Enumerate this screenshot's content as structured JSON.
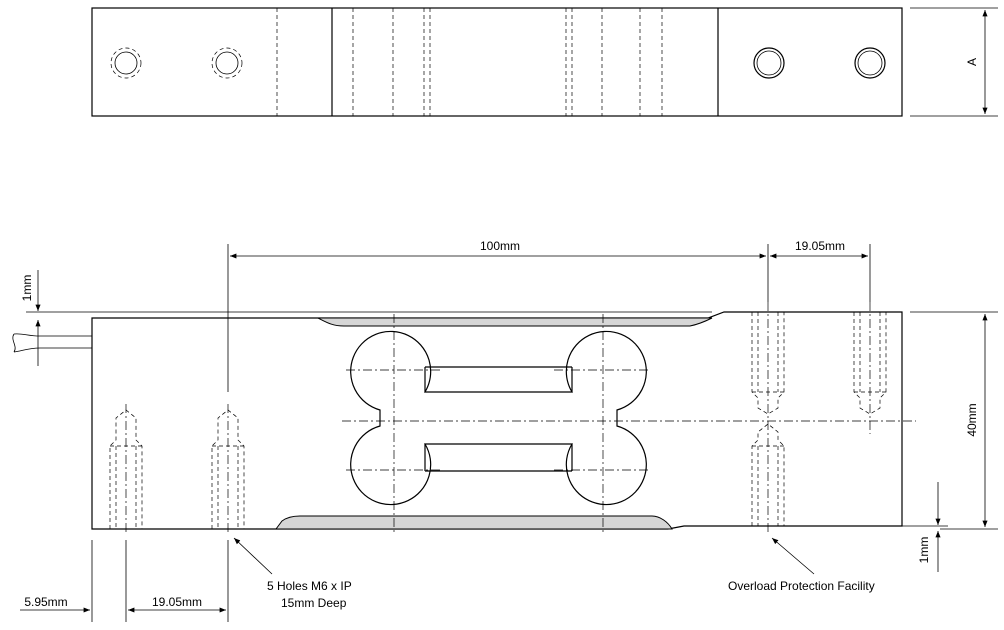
{
  "dimensions": {
    "top_length": "100mm",
    "top_hole_spacing": "19.05mm",
    "top_chamfer": "1mm",
    "height": "40mm",
    "bottom_offset": "1mm",
    "end_margin": "5.95mm",
    "bottom_hole_spacing": "19.05mm",
    "width_label": "A"
  },
  "notes": {
    "holes_line1": "5 Holes M6 x IP",
    "holes_line2": "15mm Deep",
    "overload": "Overload Protection Facility"
  }
}
